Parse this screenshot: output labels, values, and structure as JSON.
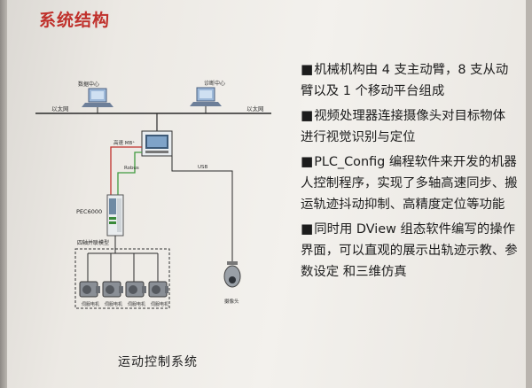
{
  "slide": {
    "title": "系统结构",
    "caption": "运动控制系统"
  },
  "diagram": {
    "data_center_left": "数据中心",
    "data_center_right": "诊断中心",
    "ethernet_left": "以太网",
    "ethernet_right": "以太网",
    "video_link": "高速 MB⁺",
    "robot_link": "Robus",
    "usb_link": "USB",
    "controller": "PEC6000",
    "group_label": "四轴并联模型",
    "motor_labels": [
      "伺服电机",
      "伺服电机",
      "伺服电机",
      "伺服电机"
    ],
    "camera_label": "摄像头"
  },
  "bullets": [
    {
      "marker": "■",
      "text": "机械机构由 4 支主动臂，8 支从动臂以及 1 个移动平台组成"
    },
    {
      "marker": "■",
      "text": "视频处理器连接摄像头对目标物体进行视觉识别与定位"
    },
    {
      "marker": "■",
      "text": "PLC_Config 编程软件来开发的机器人控制程序，实现了多轴高速同步、搬运轨迹抖动抑制、高精度定位等功能"
    },
    {
      "marker": "■",
      "text": "同时用 DView 组态软件编写的操作界面，可以直观的展示出轨迹示教、参数设定 和三维仿真"
    }
  ],
  "colors": {
    "title": "#c0312c",
    "video_line": "#c0312c",
    "robot_line": "#3f9a3f",
    "network_line": "#2a2a2a"
  }
}
